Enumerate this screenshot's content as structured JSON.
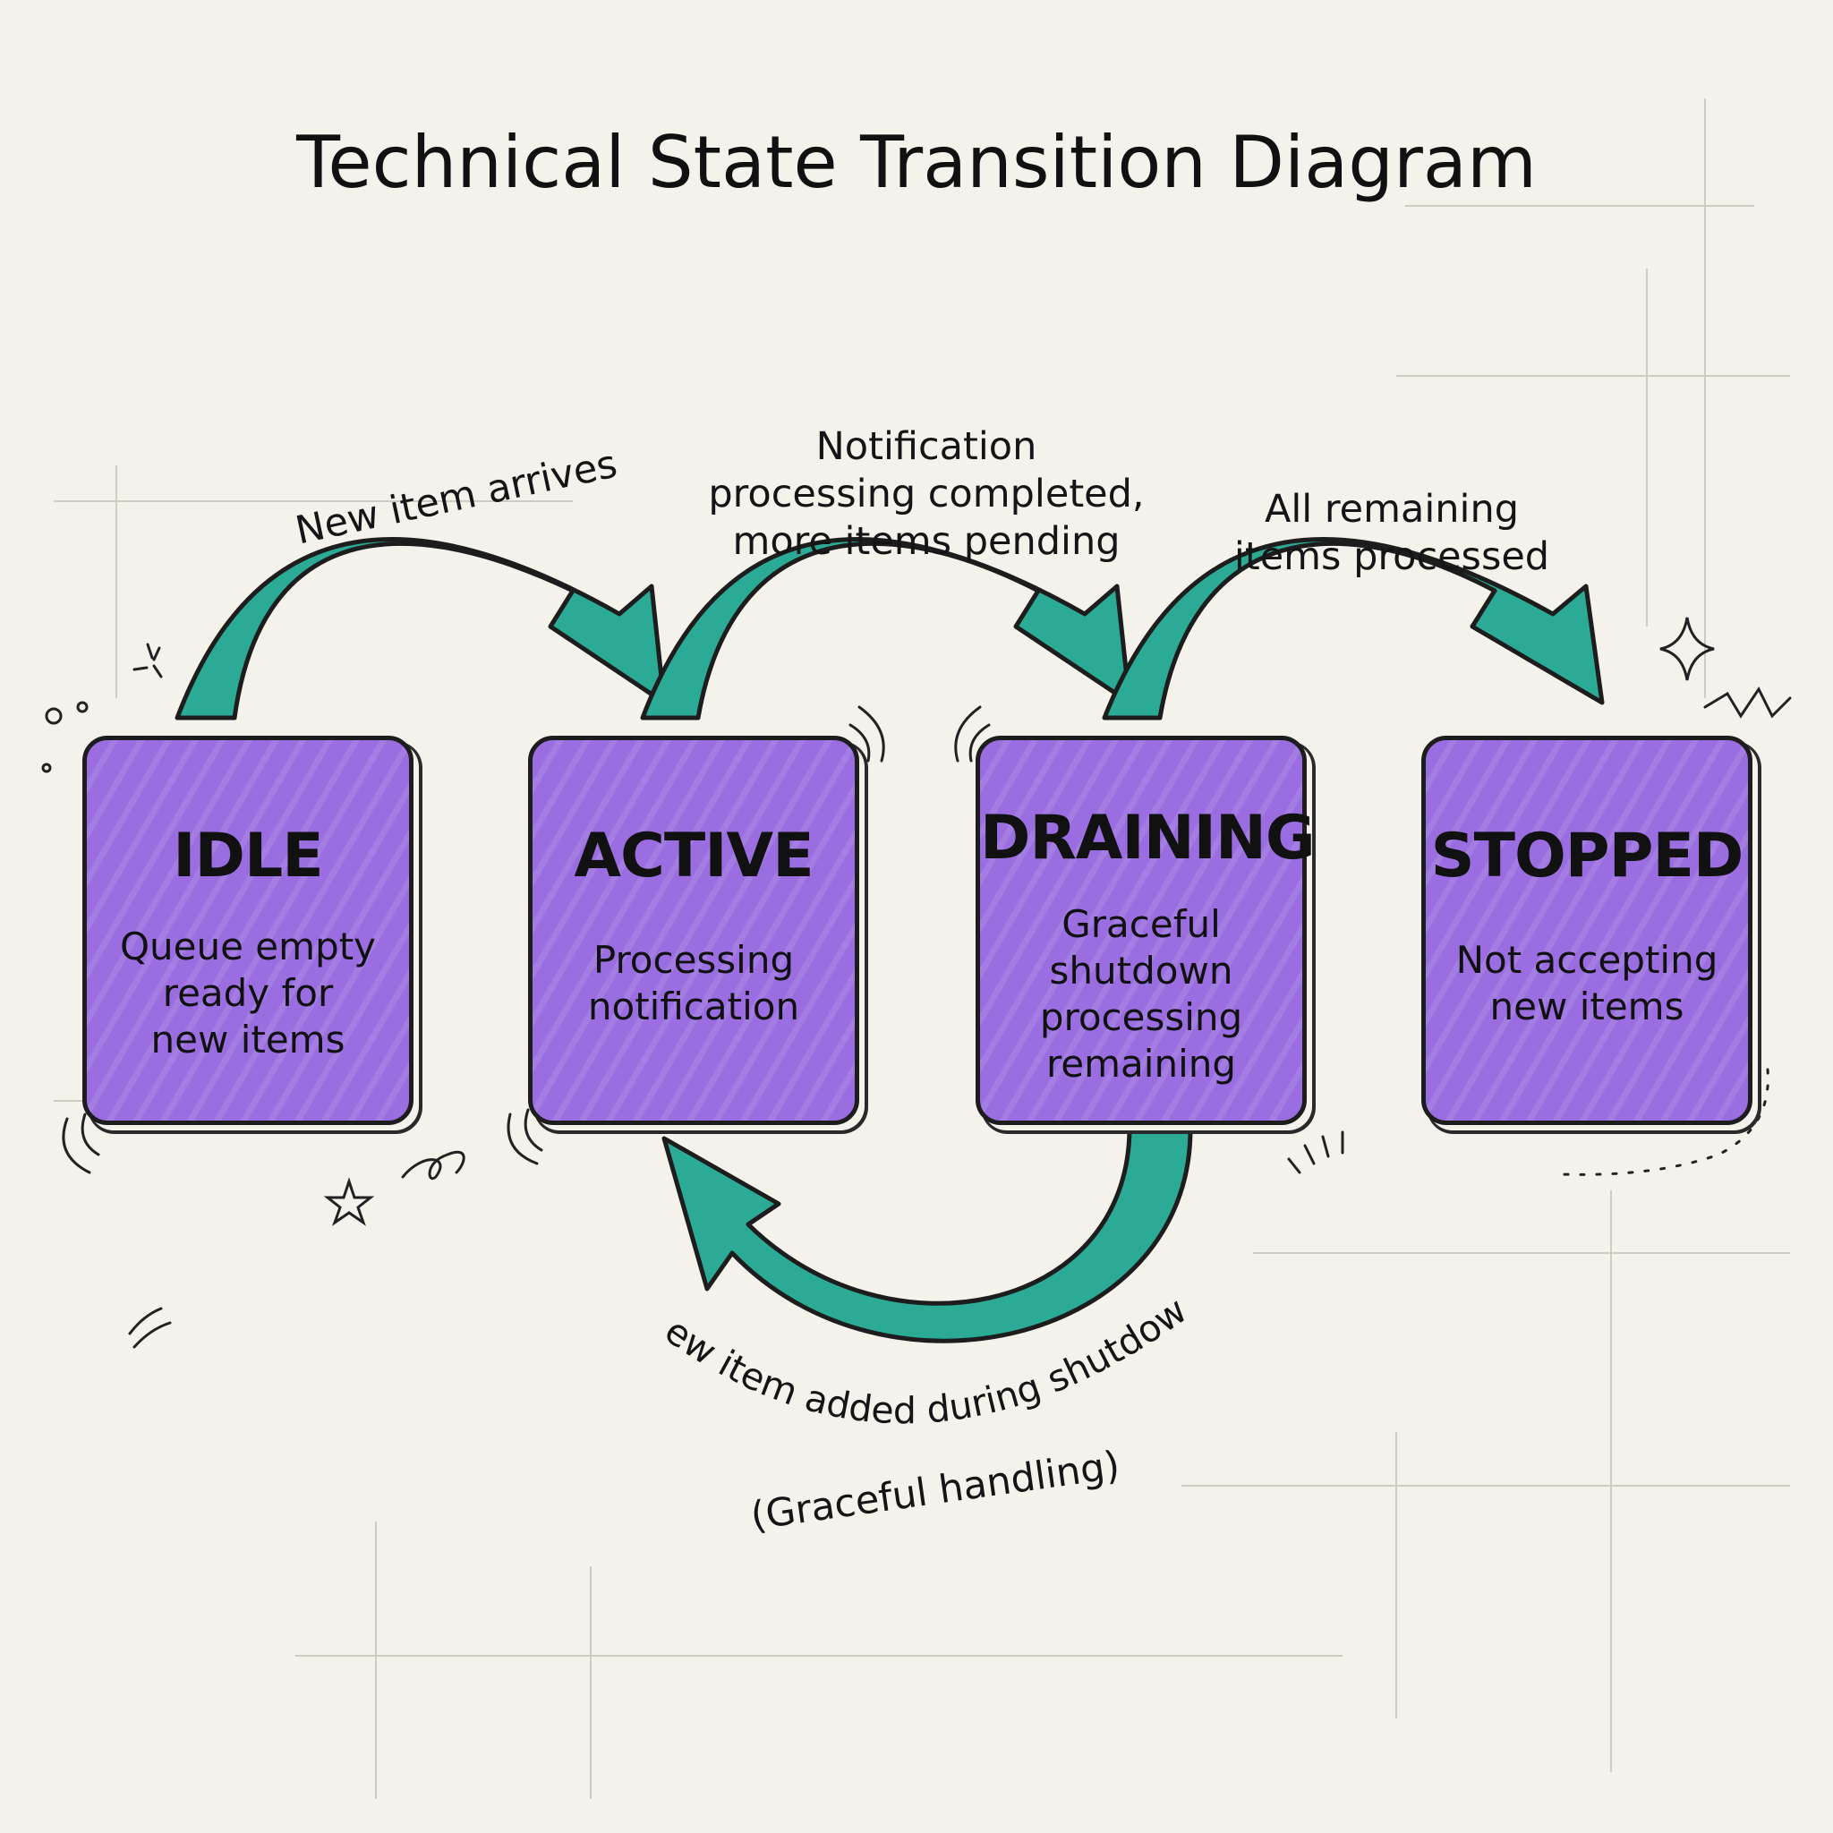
{
  "title": "Technical State Transition Diagram",
  "colors": {
    "state_fill": "#9a6ee0",
    "arrow_fill": "#2bab96",
    "outline": "#1d1d1d",
    "background": "#f4f2ea"
  },
  "states": [
    {
      "name": "IDLE",
      "description": "Queue empty\nready for\nnew items"
    },
    {
      "name": "ACTIVE",
      "description": "Processing\nnotification"
    },
    {
      "name": "DRAINING",
      "description": "Graceful\nshutdown\nprocessing\nremaining"
    },
    {
      "name": "STOPPED",
      "description": "Not accepting\nnew items"
    }
  ],
  "transitions": [
    {
      "from": "IDLE",
      "to": "ACTIVE",
      "label": "New item arrives"
    },
    {
      "from": "ACTIVE",
      "to": "DRAINING",
      "label": "Notification\nprocessing completed,\nmore items pending"
    },
    {
      "from": "DRAINING",
      "to": "STOPPED",
      "label": "All remaining\nitems processed"
    },
    {
      "from": "DRAINING",
      "to": "ACTIVE",
      "label": "New item added during shutdown\n(Graceful handling)"
    }
  ]
}
